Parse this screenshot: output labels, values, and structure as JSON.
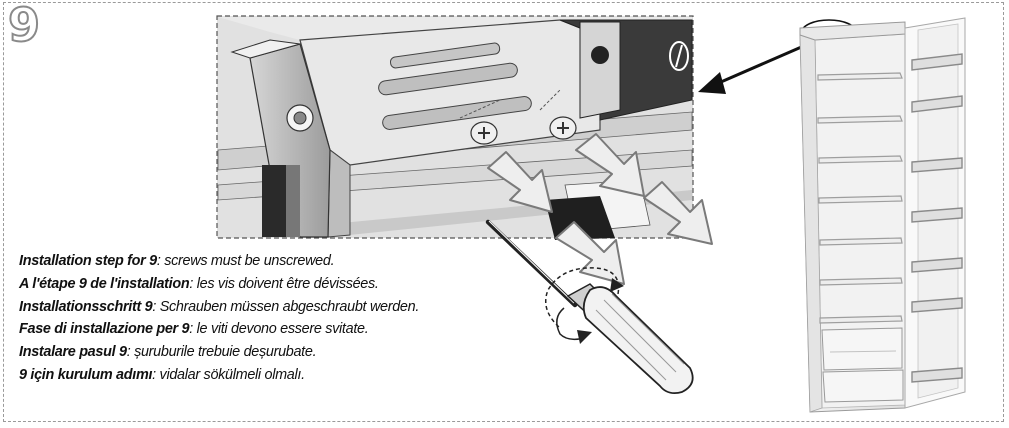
{
  "step_number": "9",
  "instructions": [
    {
      "bold": "Installation step for 9",
      "rest": ": screws must be unscrewed."
    },
    {
      "bold": "A l'étape 9 de l'installation",
      "rest": ": les vis doivent être dévissées."
    },
    {
      "bold": "Installationsschritt 9",
      "rest": ": Schrauben müssen abgeschraubt werden."
    },
    {
      "bold": "Fase di installazione per 9",
      "rest": ": le viti devono essere svitate."
    },
    {
      "bold": "Instalare pasul 9",
      "rest": ": șuruburile trebuie deșurubate."
    },
    {
      "bold": "9 için kurulum adımı",
      "rest": ": vidalar sökülmeli olmalı."
    }
  ],
  "icons": [
    "detail-view",
    "unscrew-arrows",
    "screwdriver-icon",
    "rotation-arrow-icon",
    "fridge-illustration",
    "pointer-arrow"
  ]
}
